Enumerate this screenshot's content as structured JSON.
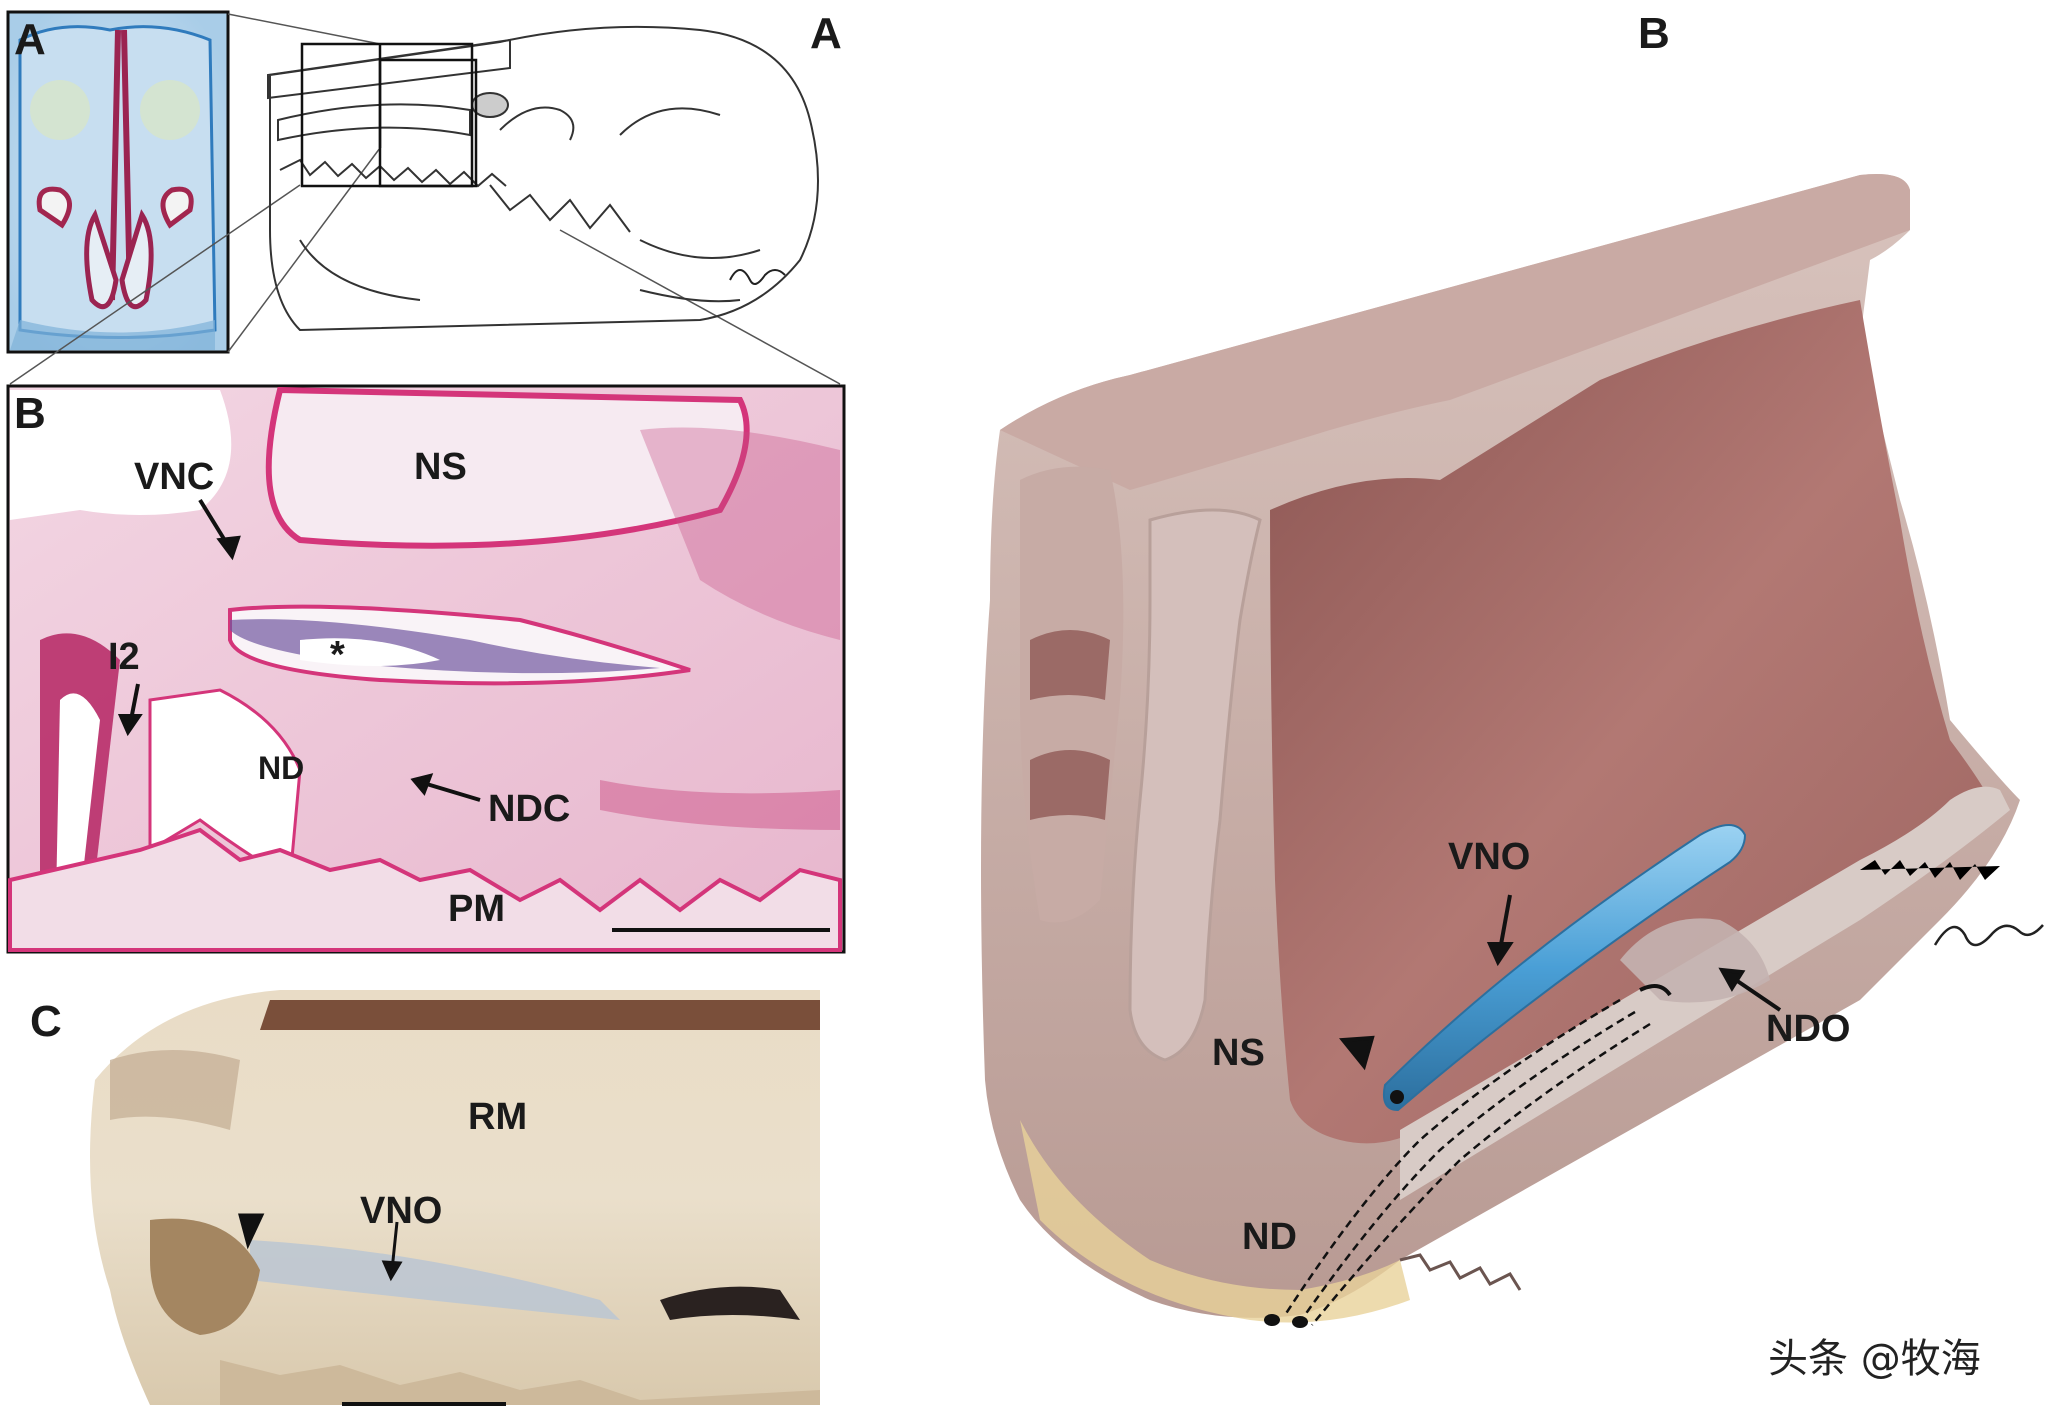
{
  "panel_letters": {
    "inset_a": "A",
    "sketch_a": "A",
    "histology_b": "B",
    "photo_c": "C",
    "illustration_b": "B"
  },
  "histology_labels": {
    "ns": "NS",
    "vnc": "VNC",
    "asterisk": "*",
    "i2": "I2",
    "nd": "ND",
    "ndc": "NDC",
    "pm": "PM"
  },
  "photo_labels": {
    "rm": "RM",
    "vno": "VNO"
  },
  "illustration_labels": {
    "vno": "VNO",
    "ndo": "NDO",
    "ns": "NS",
    "nd": "ND"
  },
  "watermark": "头条 @牧海",
  "colors": {
    "histology_pink": "#d4357a",
    "stain_blue": "#3b8fcf",
    "vno_blue": "#4a9fd6",
    "mucosa": "#a86a66",
    "tissue_cream": "#e8d8c0"
  },
  "icons": {
    "arrow": "arrow-icon",
    "arrowhead": "arrowhead-icon",
    "signature": "artist-signature"
  }
}
